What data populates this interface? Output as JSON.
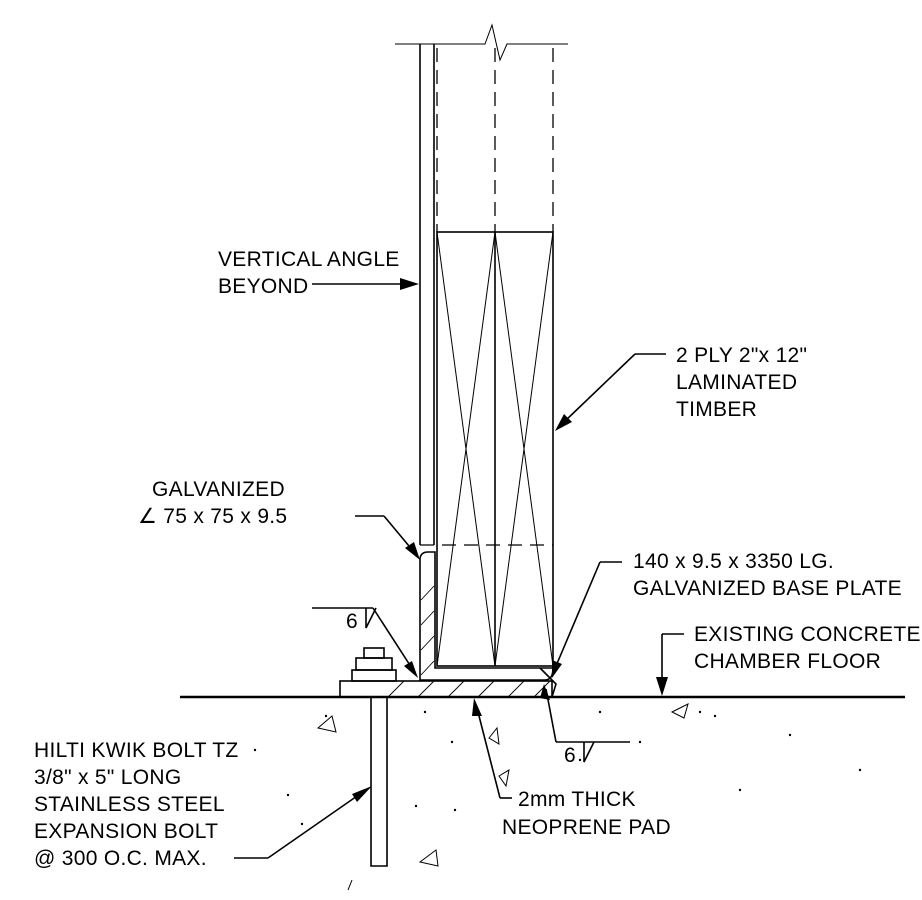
{
  "labels": {
    "vertical_angle": [
      "VERTICAL ANGLE",
      "BEYOND"
    ],
    "laminated_timber": [
      "2 PLY 2\"x 12\"",
      "LAMINATED",
      "TIMBER"
    ],
    "galvanized_angle": [
      "GALVANIZED",
      "∠ 75 x 75 x 9.5"
    ],
    "base_plate": [
      "140 x 9.5 x 3350 LG.",
      "GALVANIZED BASE PLATE"
    ],
    "concrete_floor": [
      "EXISTING CONCRETE",
      "CHAMBER FLOOR"
    ],
    "anchor_bolt": [
      "HILTI KWIK BOLT TZ",
      "3/8\" x 5\" LONG",
      "STAINLESS STEEL",
      "EXPANSION BOLT",
      "@ 300 O.C. MAX."
    ],
    "neoprene_pad": [
      "2mm THICK",
      "NEOPRENE PAD"
    ],
    "weld_symbol_upper": "6",
    "weld_symbol_lower": "6"
  }
}
